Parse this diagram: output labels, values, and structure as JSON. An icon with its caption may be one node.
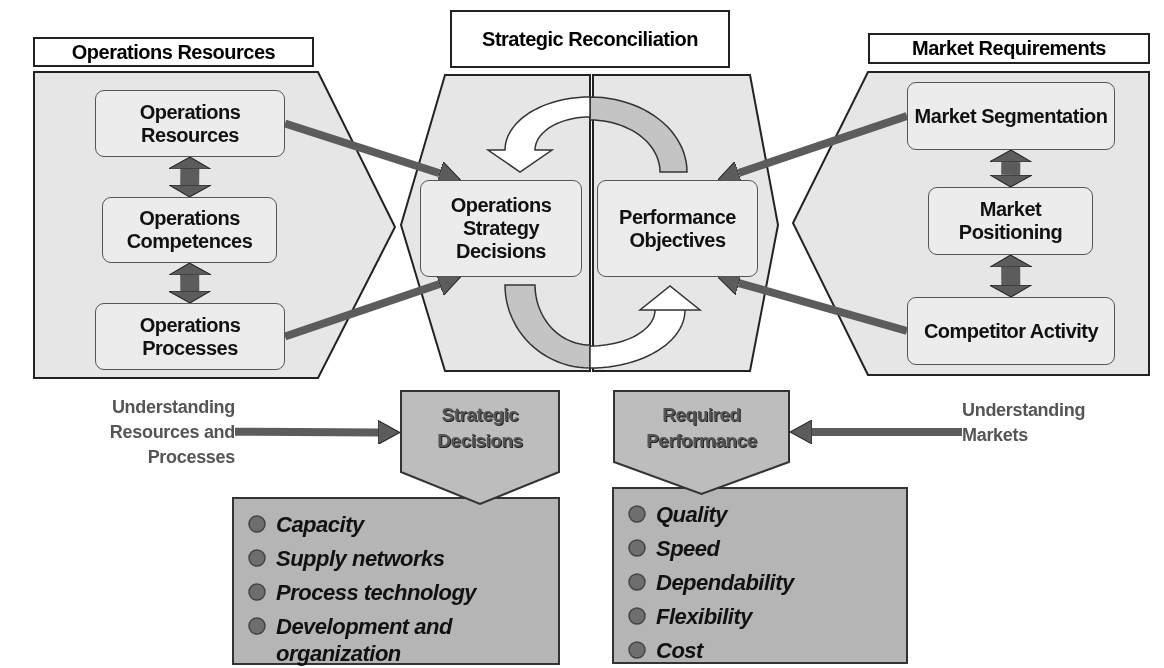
{
  "diagram": {
    "nodes": [
      {
        "text": [
          "Operations Resources"
        ]
      },
      {
        "text": [
          "Operations Resources"
        ],
        "in": 0
      },
      {
        "text": [
          "Operations Competences"
        ],
        "in": 0
      },
      {
        "text": [
          "Operations Processes"
        ],
        "in": 0
      },
      {
        "text": [
          "Strategic Reconciliation"
        ]
      },
      {
        "text": [
          "Operations Strategy Decisions"
        ],
        "in": 4
      },
      {
        "text": [
          "Performance Objectives"
        ],
        "in": 4
      },
      {
        "text": [
          "Market Requirements"
        ]
      },
      {
        "text": [
          "Market Segmentation"
        ],
        "in": 7
      },
      {
        "text": [
          "Market Positioning"
        ],
        "in": 7
      },
      {
        "text": [
          "Competitor Activity"
        ],
        "in": 7
      },
      {
        "text": [
          "Understanding Resources and Processes"
        ]
      },
      {
        "text": [
          "Strategic Decisions"
        ]
      },
      {
        "text": [
          "Capacity",
          "Supply networks",
          "Process technology",
          "Development and organization"
        ]
      },
      {
        "text": [
          "Required Performance"
        ]
      },
      {
        "text": [
          "Quality",
          "Speed",
          "Dependability",
          "Flexibility",
          "Cost"
        ]
      },
      {
        "text": [
          "Understanding Markets"
        ]
      }
    ],
    "edges": [
      {
        "from": 1,
        "to": 2,
        "arrow": "both",
        "style": "thick"
      },
      {
        "from": 2,
        "to": 3,
        "arrow": "both",
        "style": "thick"
      },
      {
        "from": 8,
        "to": 9,
        "arrow": "both",
        "style": "thick"
      },
      {
        "from": 9,
        "to": 10,
        "arrow": "both",
        "style": "thick"
      },
      {
        "from": 1,
        "to": 5,
        "arrow": "to"
      },
      {
        "from": 3,
        "to": 5,
        "arrow": "to"
      },
      {
        "from": 8,
        "to": 6,
        "arrow": "to"
      },
      {
        "from": 10,
        "to": 6,
        "arrow": "to"
      },
      {
        "from": 11,
        "to": 12,
        "arrow": "to"
      },
      {
        "from": 16,
        "to": 14,
        "arrow": "to"
      }
    ]
  }
}
